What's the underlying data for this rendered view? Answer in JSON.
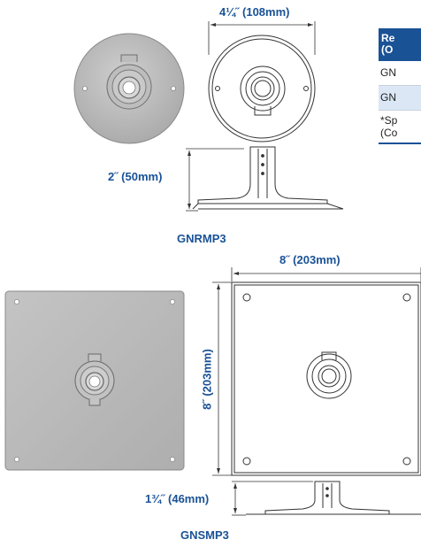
{
  "top_width_dim": "4¼˝ (108mm)",
  "top_height_dim": "2˝ (50mm)",
  "top_caption": "GNRMP3",
  "bottom_width_dim": "8˝ (203mm)",
  "bottom_height_dim": "8˝ (203mm)",
  "bottom_thickness_dim": "1¾˝ (46mm)",
  "bottom_caption": "GNSMP3",
  "table": {
    "header_line1": "Re",
    "header_line2": "(O",
    "row1": "GN",
    "row2": "GN",
    "note_line1": "*Sp",
    "note_line2": "(Co"
  },
  "colors": {
    "label_blue": "#1a5296",
    "plate_fill": "#b9b9b9",
    "line": "#333333"
  }
}
